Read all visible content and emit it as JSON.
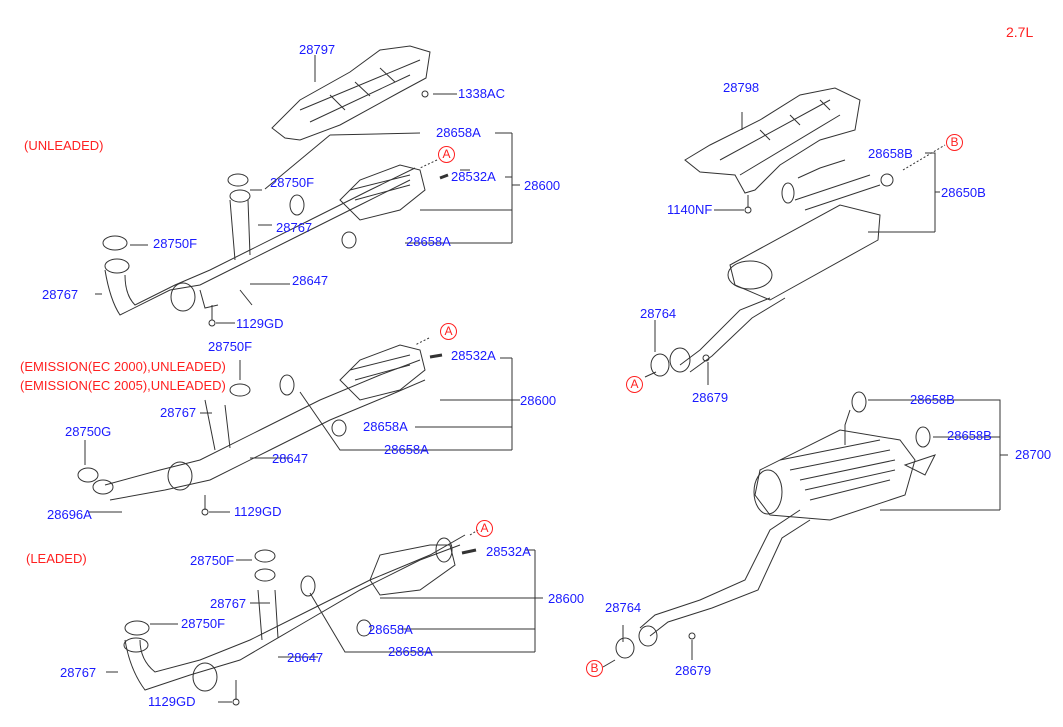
{
  "title": "2.7L",
  "notes": {
    "unleaded": "(UNLEADED)",
    "emission_2000": "(EMISSION(EC 2000),UNLEADED)",
    "emission_2005": "(EMISSION(EC 2005),UNLEADED)",
    "leaded": "(LEADED)"
  },
  "refs": {
    "a": "A",
    "b": "B"
  },
  "colors": {
    "part_label": "#1a1aff",
    "note": "#ff2020",
    "line": "#333333"
  },
  "parts": {
    "p28797": "28797",
    "p1338AC": "1338AC",
    "p28798": "28798",
    "p28658A": "28658A",
    "p28658B": "28658B",
    "p28532A": "28532A",
    "p28600": "28600",
    "p28650B": "28650B",
    "p28750F": "28750F",
    "p28750G": "28750G",
    "p28767": "28767",
    "p28647": "28647",
    "p1129GD": "1129GD",
    "p28696A": "28696A",
    "p1140NF": "1140NF",
    "p28764": "28764",
    "p28679": "28679",
    "p28700": "28700"
  }
}
